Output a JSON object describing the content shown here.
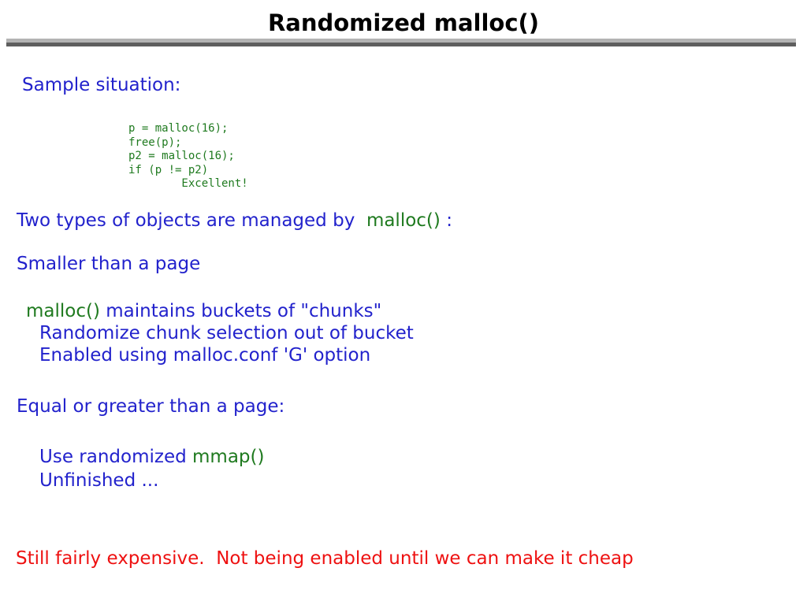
{
  "title": "Randomized malloc()",
  "colors": {
    "blue": "#2222cc",
    "green": "#1f7a1f",
    "red": "#ee1111",
    "rule_top": "#b3b3b3",
    "rule_bottom": "#5e5e5e",
    "title_text": "#000000",
    "background": "#ffffff"
  },
  "sample_label": "Sample situation:",
  "code_lines": [
    "p = malloc(16);",
    "free(p);",
    "p2 = malloc(16);",
    "if (p != p2)",
    "        Excellent!"
  ],
  "body": {
    "two_types": {
      "pre": "Two types of objects are managed by  ",
      "func": "malloc()",
      "post": " :"
    },
    "smaller": "Smaller than a page",
    "buckets": {
      "func": "malloc()",
      "post": " maintains buckets of \"chunks\""
    },
    "randomize": "Randomize chunk selection out of bucket",
    "enabled": "Enabled using malloc.conf 'G' option",
    "equal": "Equal or greater than a page:",
    "use": {
      "pre": "Use randomized ",
      "func": "mmap()"
    },
    "unfinished": "Unfinished ...",
    "footer": "Still fairly expensive.  Not being enabled until we can make it cheap"
  }
}
